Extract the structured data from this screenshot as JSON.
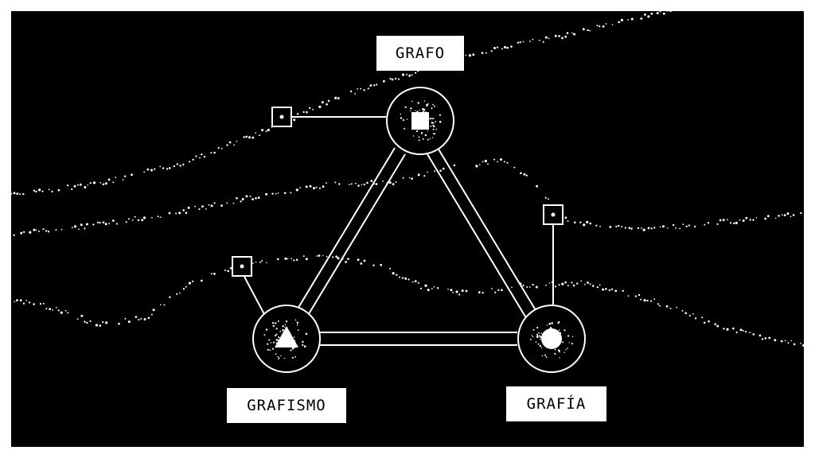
{
  "colors": {
    "background": "#000000",
    "foreground": "#ffffff",
    "frame": "#ffffff"
  },
  "diagram": {
    "nodes": [
      {
        "id": "grafo",
        "label": "GRAFO",
        "symbol": "square-icon"
      },
      {
        "id": "grafismo",
        "label": "GRAFISMO",
        "symbol": "triangle-icon"
      },
      {
        "id": "grafia",
        "label": "GRAFÍA",
        "symbol": "circle-icon"
      }
    ],
    "edges": [
      {
        "from": "grafo",
        "to": "grafismo",
        "style": "double-line"
      },
      {
        "from": "grafo",
        "to": "grafia",
        "style": "double-line"
      },
      {
        "from": "grafismo",
        "to": "grafia",
        "style": "double-line"
      }
    ],
    "markers": [
      {
        "attached_to": "grafo",
        "icon": "dot-square-icon"
      },
      {
        "attached_to": "grafismo",
        "icon": "dot-square-icon"
      },
      {
        "attached_to": "grafia",
        "icon": "dot-square-icon"
      }
    ],
    "background_pattern": "dotted-wavy-lines"
  }
}
